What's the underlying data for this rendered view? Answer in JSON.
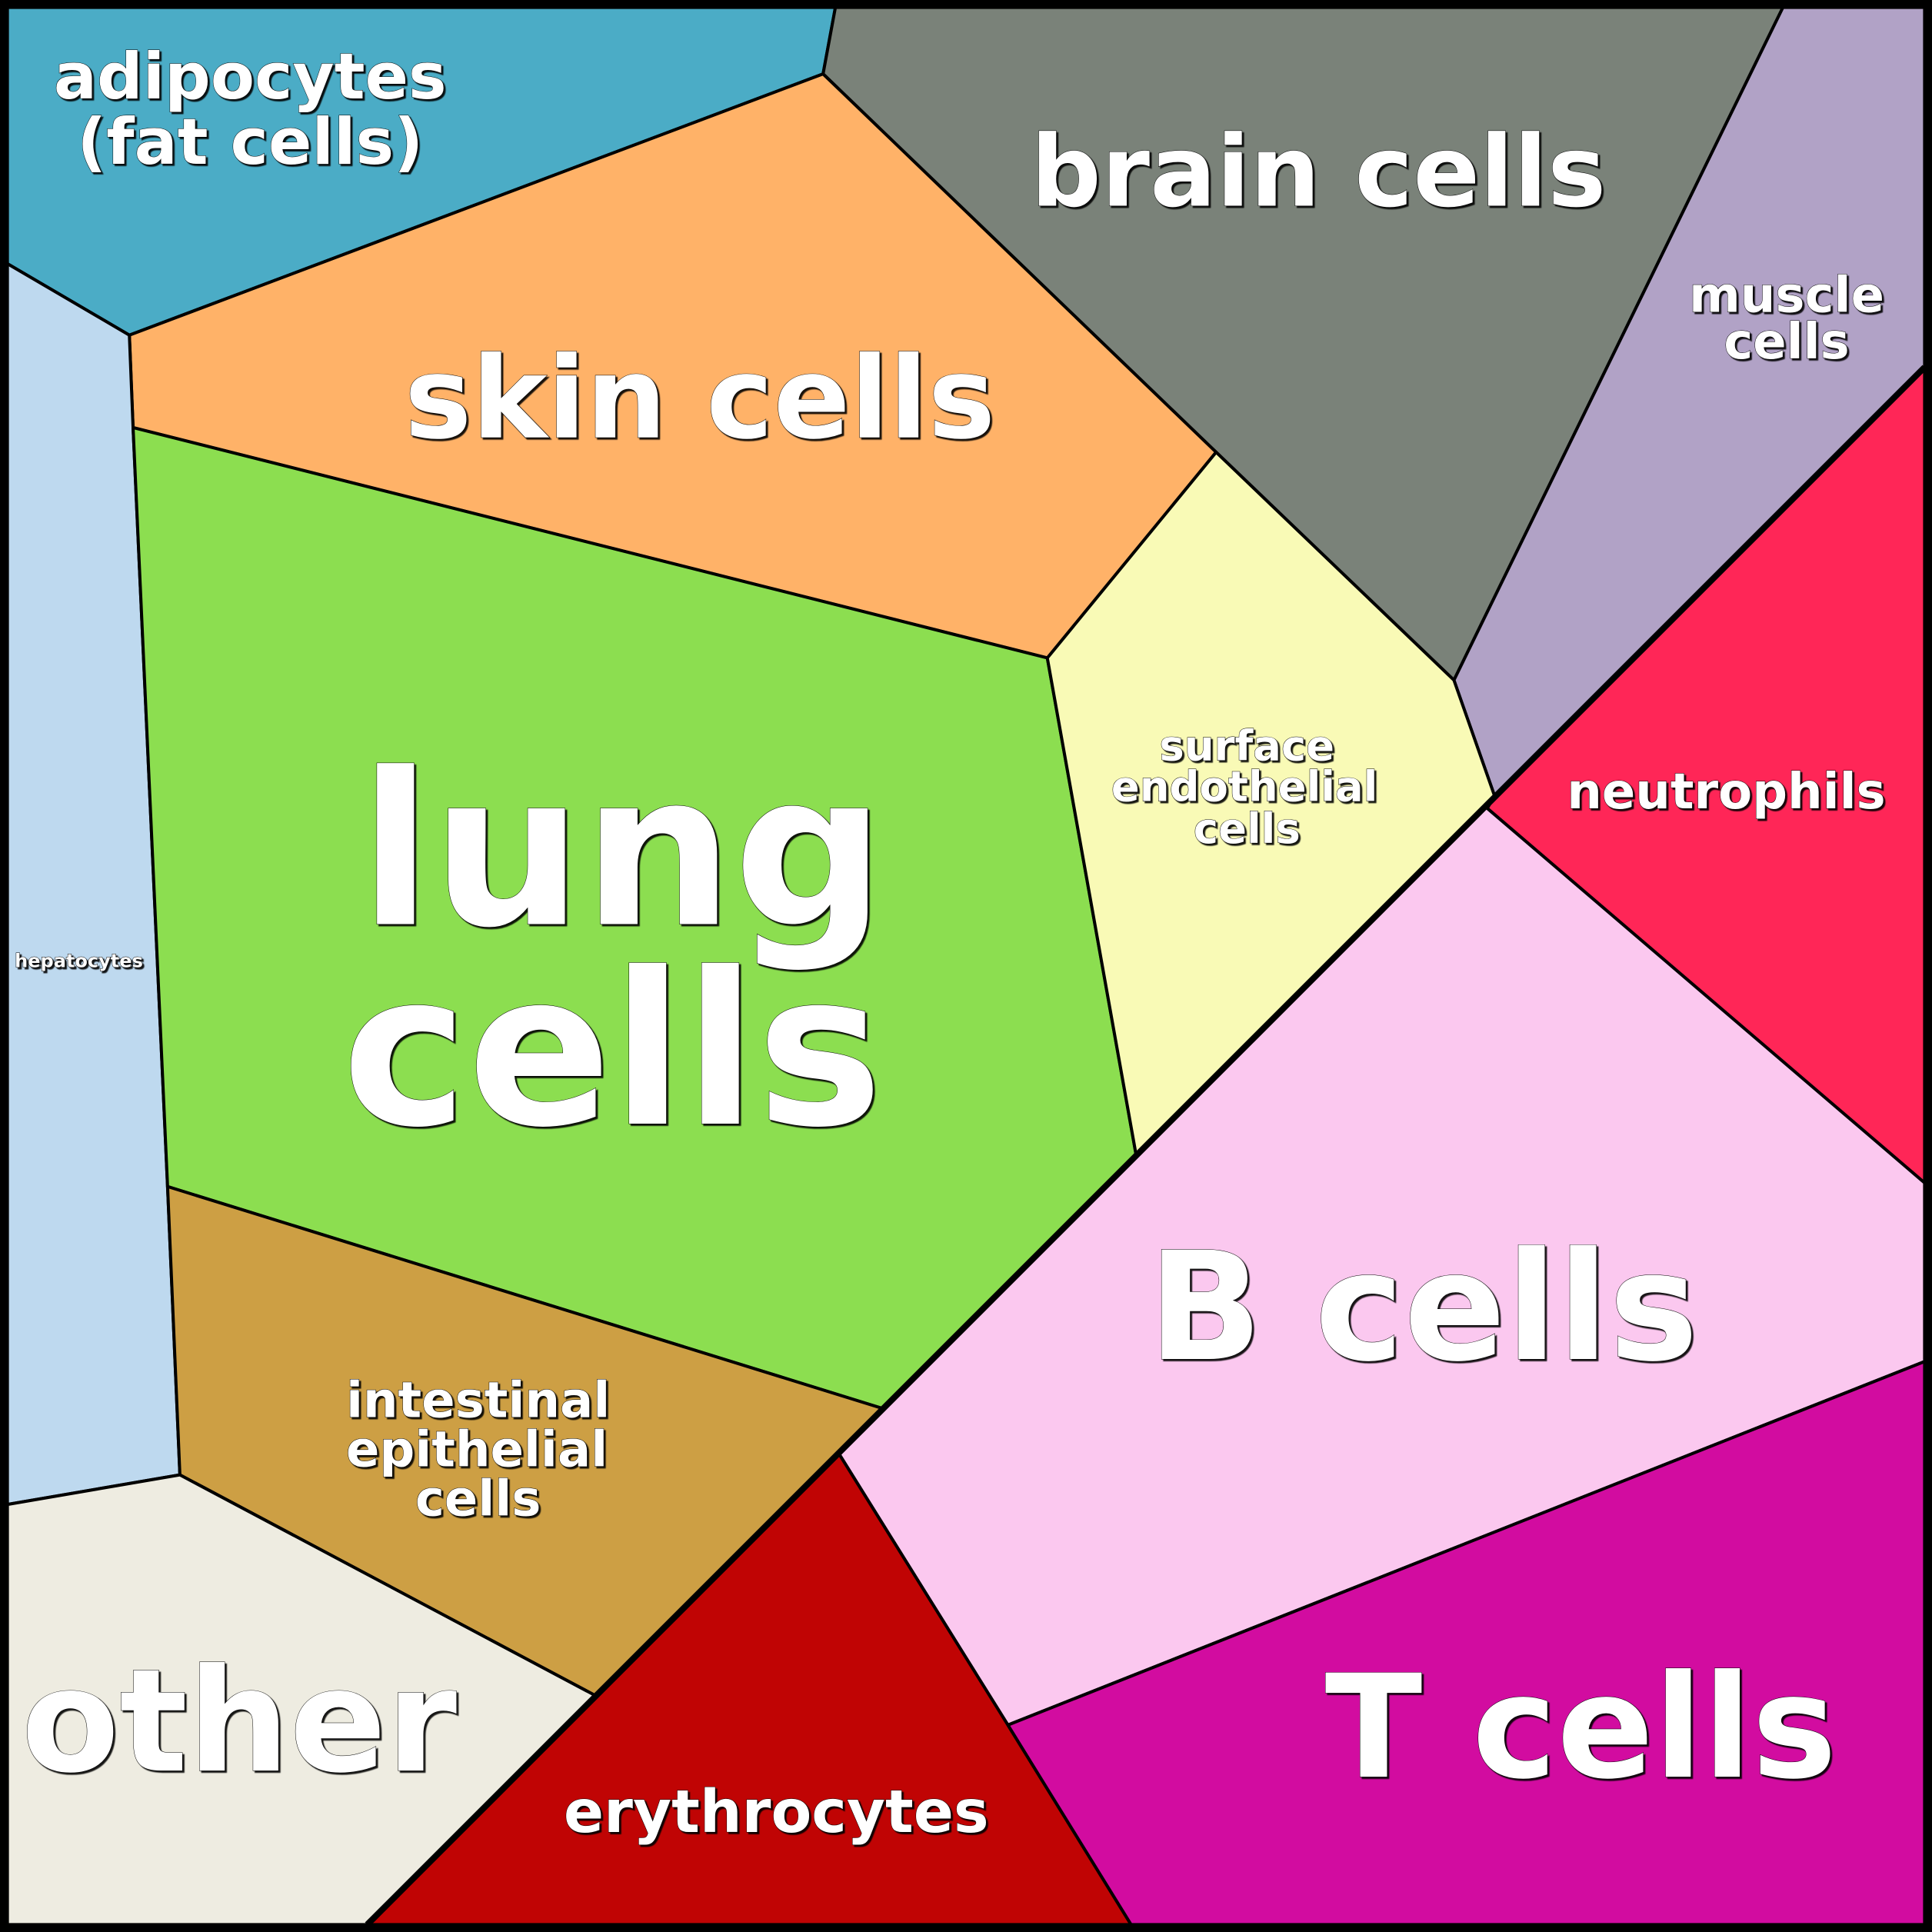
{
  "diagram": {
    "type": "voronoi-treemap",
    "cells": {
      "adipocytes": {
        "lines": [
          "adipocytes",
          "(fat cells)"
        ],
        "color": "#4bacc6"
      },
      "brain": {
        "lines": [
          "brain cells"
        ],
        "color": "#7a8279"
      },
      "muscle": {
        "lines": [
          "muscle",
          "cells"
        ],
        "color": "#b1a2c6"
      },
      "skin": {
        "lines": [
          "skin cells"
        ],
        "color": "#ffb268"
      },
      "hepatocytes": {
        "lines": [
          "hepatocytes"
        ],
        "color": "#bed9ef"
      },
      "lung": {
        "lines": [
          "lung",
          "cells"
        ],
        "color": "#8cde50"
      },
      "surface_endothelial": {
        "lines": [
          "surface",
          "endothelial",
          "cells"
        ],
        "color": "#f9fab6"
      },
      "neutrophils": {
        "lines": [
          "neutrophils"
        ],
        "color": "#ff2657"
      },
      "b_cells": {
        "lines": [
          "B cells"
        ],
        "color": "#fbc8ef"
      },
      "intestinal": {
        "lines": [
          "intestinal",
          "epithelial",
          "cells"
        ],
        "color": "#cd9f44"
      },
      "other": {
        "lines": [
          "other"
        ],
        "color": "#eeece1"
      },
      "erythrocytes": {
        "lines": [
          "erythrocytes"
        ],
        "color": "#c00404"
      },
      "t_cells": {
        "lines": [
          "T cells"
        ],
        "color": "#d20ca0"
      }
    }
  }
}
